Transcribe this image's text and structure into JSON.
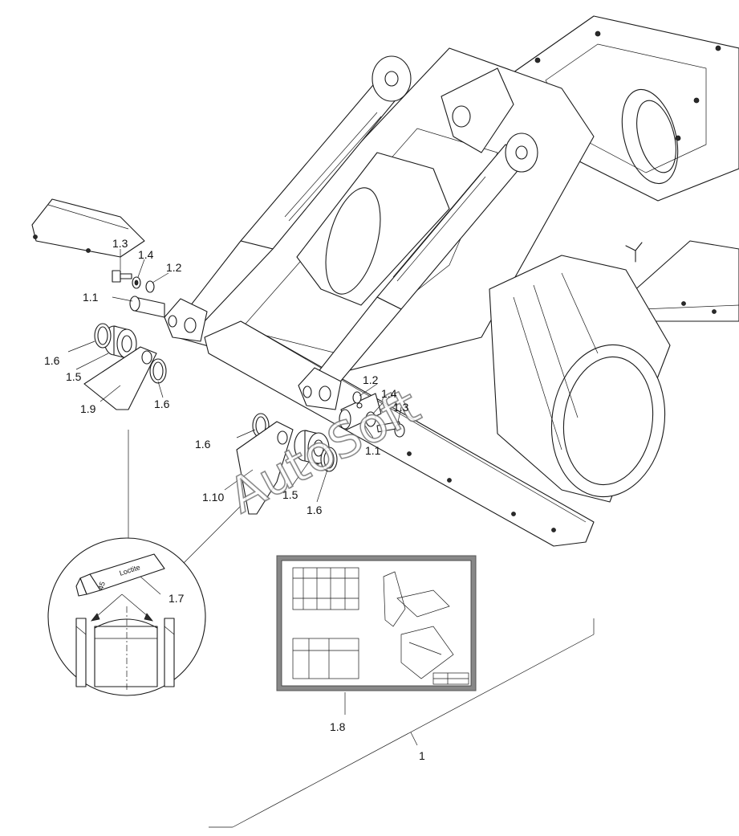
{
  "labels": {
    "l_1_3_top": "1.3",
    "l_1_4_top": "1.4",
    "l_1_2_top": "1.2",
    "l_1_1_top": "1.1",
    "l_1_6_a": "1.6",
    "l_1_5_a": "1.5",
    "l_1_9": "1.9",
    "l_1_6_b": "1.6",
    "l_1_2_mid": "1.2",
    "l_1_4_mid": "1.4",
    "l_1_3_mid": "1.3",
    "l_1_1_mid": "1.1",
    "l_1_6_c": "1.6",
    "l_1_10": "1.10",
    "l_1_5_b": "1.5",
    "l_1_6_d": "1.6",
    "l_1_7": "1.7",
    "l_1_8": "1.8",
    "l_1": "1"
  },
  "detail": {
    "tube_label": "Loctite",
    "tube_code": "45"
  },
  "watermark": {
    "text": "AutoSoft"
  }
}
